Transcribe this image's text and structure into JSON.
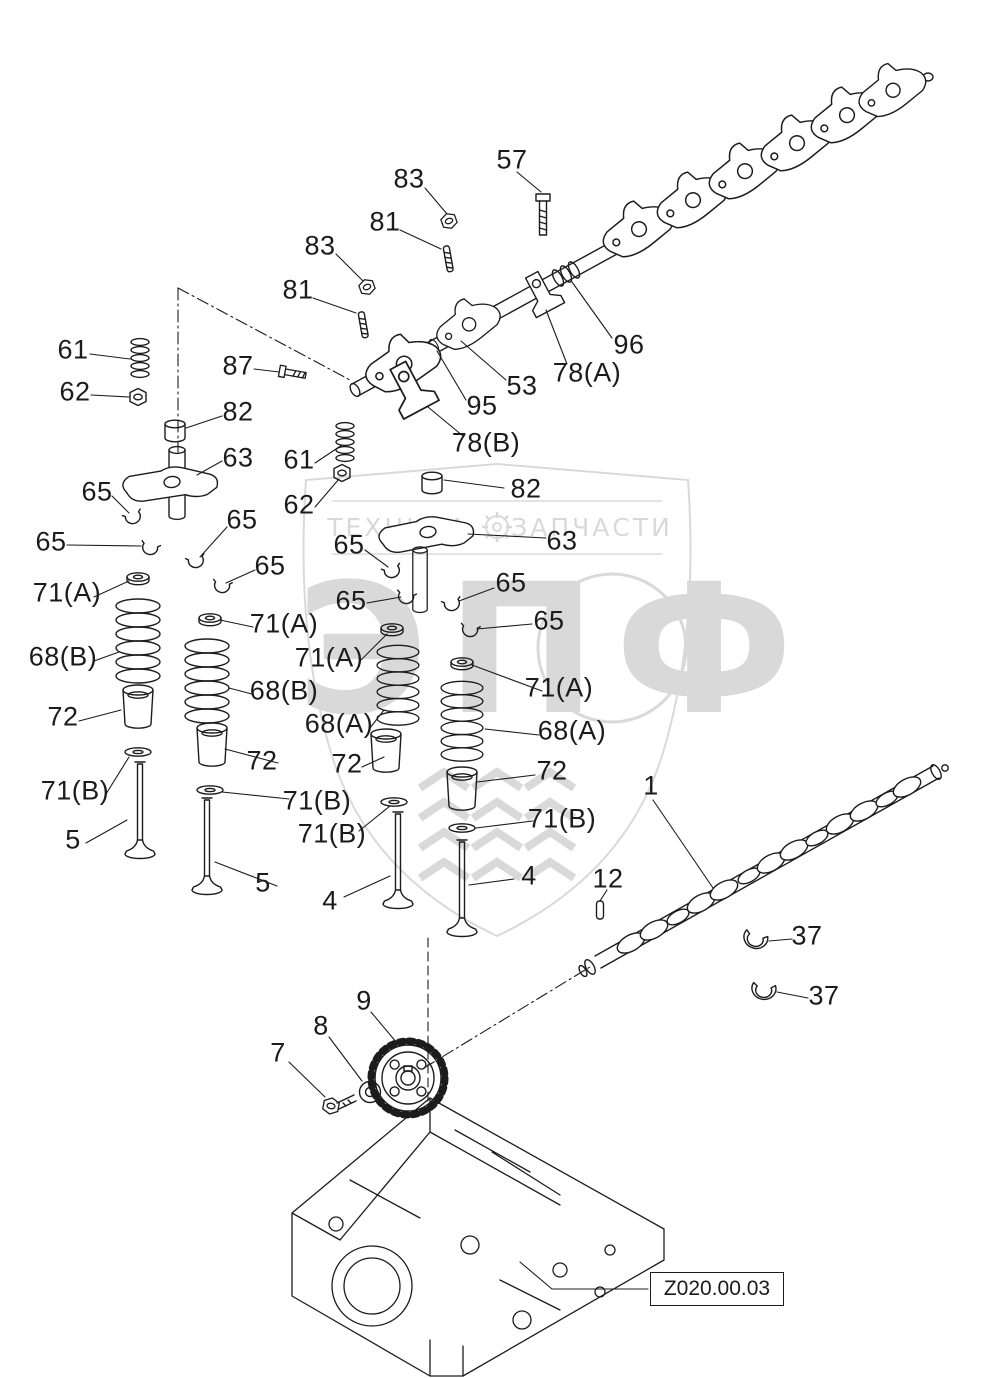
{
  "diagram": {
    "reference_code": "Z020.00.03",
    "watermark": {
      "left": "ТЕХНИКА",
      "right": "ЗАПЧАСТИ",
      "big": "ЭПФ"
    },
    "labels": [
      {
        "text": "83"
      },
      {
        "text": "57"
      },
      {
        "text": "81"
      },
      {
        "text": "83"
      },
      {
        "text": "81"
      },
      {
        "text": "96"
      },
      {
        "text": "78(A)"
      },
      {
        "text": "61"
      },
      {
        "text": "87"
      },
      {
        "text": "53"
      },
      {
        "text": "62"
      },
      {
        "text": "95"
      },
      {
        "text": "82"
      },
      {
        "text": "78(B)"
      },
      {
        "text": "63"
      },
      {
        "text": "61"
      },
      {
        "text": "82"
      },
      {
        "text": "65"
      },
      {
        "text": "62"
      },
      {
        "text": "63"
      },
      {
        "text": "65"
      },
      {
        "text": "65"
      },
      {
        "text": "65"
      },
      {
        "text": "65"
      },
      {
        "text": "71(A)"
      },
      {
        "text": "65"
      },
      {
        "text": "65"
      },
      {
        "text": "68(B)"
      },
      {
        "text": "71(A)"
      },
      {
        "text": "65"
      },
      {
        "text": "71(A)"
      },
      {
        "text": "72"
      },
      {
        "text": "68(B)"
      },
      {
        "text": "71(A)"
      },
      {
        "text": "68(A)"
      },
      {
        "text": "68(A)"
      },
      {
        "text": "71(B)"
      },
      {
        "text": "72"
      },
      {
        "text": "72"
      },
      {
        "text": "72"
      },
      {
        "text": "5"
      },
      {
        "text": "71(B)"
      },
      {
        "text": "1"
      },
      {
        "text": "71(B)"
      },
      {
        "text": "71(B)"
      },
      {
        "text": "5"
      },
      {
        "text": "4"
      },
      {
        "text": "4"
      },
      {
        "text": "12"
      },
      {
        "text": "37"
      },
      {
        "text": "37"
      },
      {
        "text": "9"
      },
      {
        "text": "8"
      },
      {
        "text": "7"
      }
    ]
  }
}
